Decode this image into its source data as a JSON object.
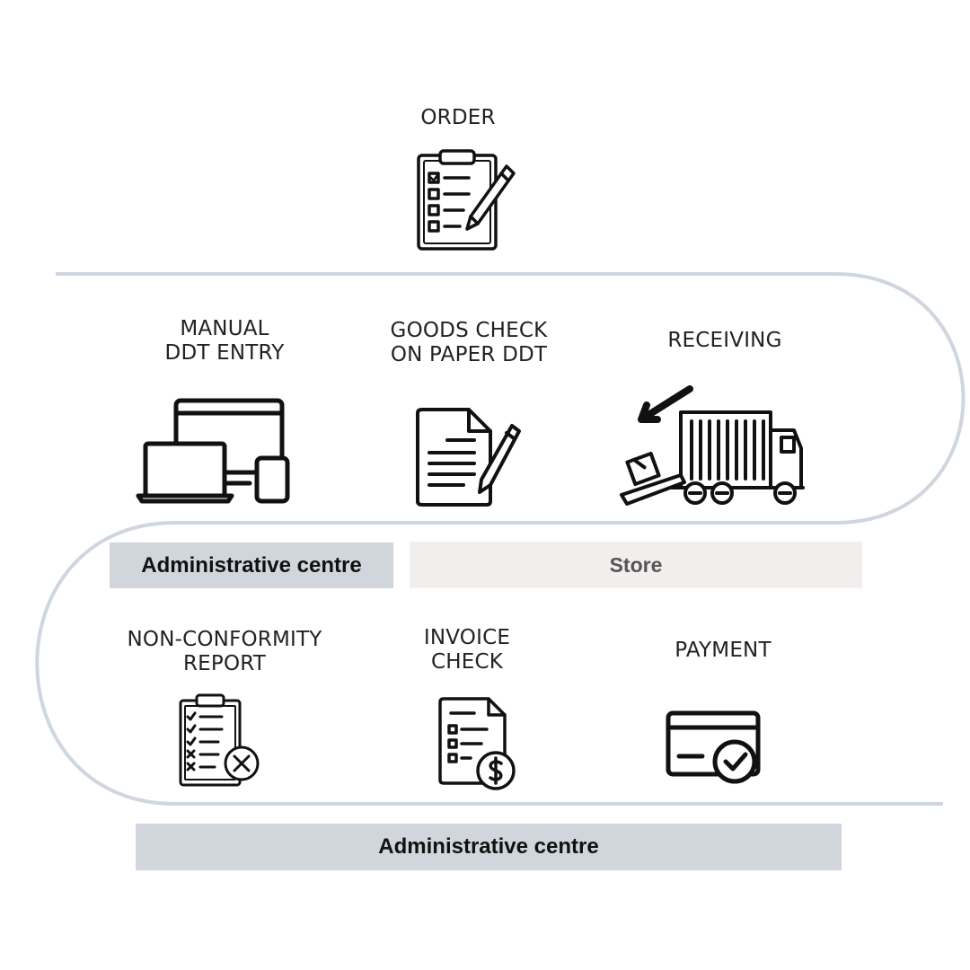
{
  "colors": {
    "flow_line": "#cfd6df",
    "admin_band": "#d0d6db",
    "store_band": "#f2eeed",
    "icon_stroke": "#111111"
  },
  "steps": {
    "order": {
      "label": "ORDER",
      "icon": "clipboard-checklist-pencil-icon"
    },
    "manual_ddt_entry": {
      "label": "MANUAL\nDDT ENTRY",
      "icon": "devices-icon"
    },
    "goods_check": {
      "label": "GOODS CHECK\nON PAPER DDT",
      "icon": "document-pen-icon"
    },
    "receiving": {
      "label": "RECEIVING",
      "icon": "delivery-truck-icon"
    },
    "non_conformity": {
      "label": "NON-CONFORMITY\nREPORT",
      "icon": "clipboard-reject-icon"
    },
    "invoice_check": {
      "label": "INVOICE\nCHECK",
      "icon": "invoice-dollar-icon"
    },
    "payment": {
      "label": "PAYMENT",
      "icon": "card-check-icon"
    }
  },
  "bands": {
    "admin_top": "Administrative centre",
    "store": "Store",
    "admin_bottom": "Administrative centre"
  }
}
